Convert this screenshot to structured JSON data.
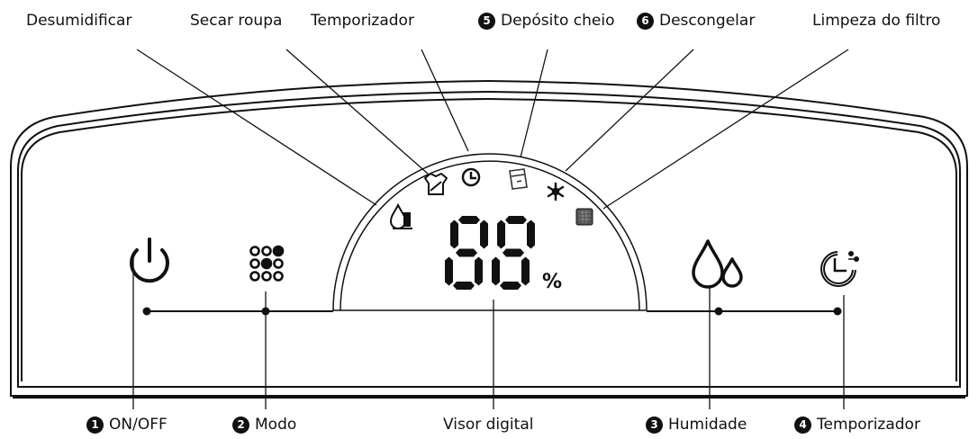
{
  "top_labels": {
    "dehumidify": "Desumidificar",
    "dry_clothes": "Secar roupa",
    "timer": "Temporizador",
    "tank_full": {
      "number": "5",
      "text": "Depósito cheio"
    },
    "defrost": {
      "number": "6",
      "text": "Descongelar"
    },
    "filter_clean": "Limpeza do filtro"
  },
  "bottom_labels": {
    "on_off": {
      "number": "1",
      "text": "ON/OFF"
    },
    "mode": {
      "number": "2",
      "text": "Modo"
    },
    "display": "Visor digital",
    "humidity": {
      "number": "3",
      "text": "Humidade"
    },
    "timer": {
      "number": "4",
      "text": "Temporizador"
    }
  },
  "display": {
    "digits": "88",
    "unit": "%"
  },
  "colors": {
    "line": "#111111",
    "panel_bg": "#ffffff",
    "icon_gray": "#555555"
  },
  "icons": [
    "power-icon",
    "mode-dots-icon",
    "humidity-drops-icon",
    "timer-icon",
    "dehumidify-icon",
    "dry-clothes-icon",
    "clock-icon",
    "tank-full-icon",
    "defrost-icon",
    "filter-icon"
  ]
}
